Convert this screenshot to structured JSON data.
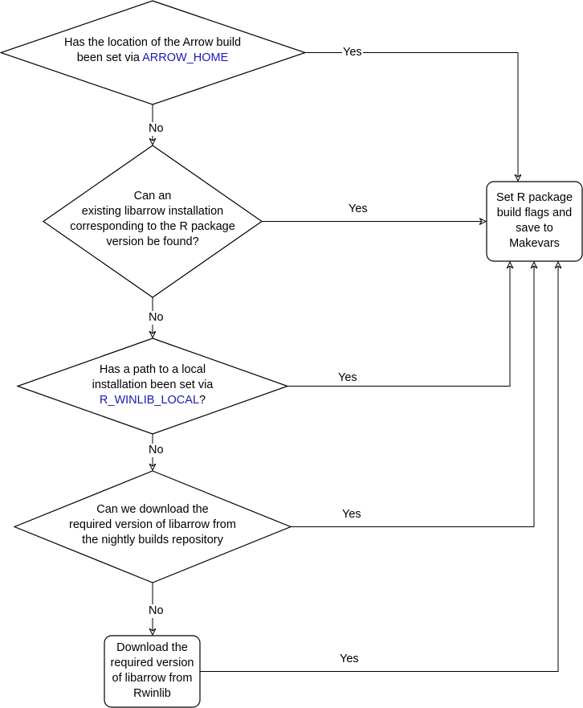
{
  "nodes": {
    "q_arrow_home": {
      "line1": "Has the location of the Arrow build",
      "line2_prefix": "been set via ",
      "line2_var": "ARROW_HOME"
    },
    "q_existing": {
      "line1": "Can an",
      "line2": "existing libarrow installation",
      "line3": "corresponding to the R package",
      "line4": "version be found?"
    },
    "q_winlib_local": {
      "line1": "Has a path to a local",
      "line2": "installation been set via",
      "line3_var": "R_WINLIB_LOCAL",
      "line3_suffix": "?"
    },
    "q_download": {
      "line1": "Can we download the",
      "line2": "required version of libarrow from",
      "line3": "the nightly builds repository"
    },
    "download_rwinlib": {
      "line1": "Download the",
      "line2": "required version",
      "line3": "of libarrow from",
      "line4": "Rwinlib"
    },
    "set_flags": {
      "line1": "Set R package",
      "line2": "build flags and",
      "line3": "save to",
      "line4": "Makevars"
    }
  },
  "edges": {
    "yes": "Yes",
    "no": "No"
  },
  "colors": {
    "stroke": "#000000",
    "highlight": "#1a1ab4"
  }
}
